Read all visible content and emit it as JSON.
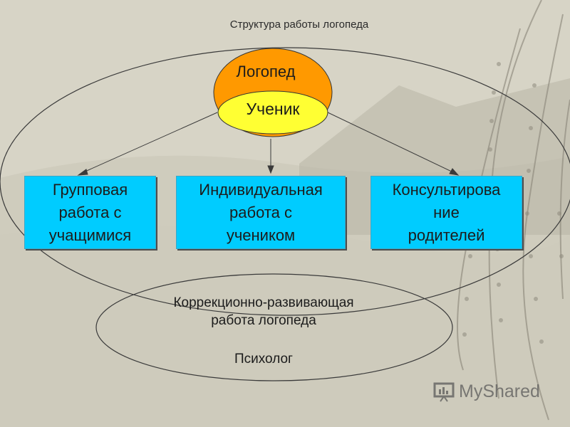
{
  "title": "Структура работы логопеда",
  "top_ellipse": {
    "outer_label": "Логопед",
    "inner_label": "Ученик",
    "outer_color": "#ff9900",
    "inner_color": "#ffff33"
  },
  "boxes": [
    {
      "lines": [
        "Групповая",
        "работа с",
        "учащимися"
      ]
    },
    {
      "lines": [
        "Индивидуальная",
        "работа с",
        "учеником"
      ]
    },
    {
      "lines": [
        "Консультирова",
        "ние",
        "родителей"
      ]
    }
  ],
  "box_color": "#00ccff",
  "core": {
    "lines": [
      "Коррекционно-развивающая",
      "работа логопеда"
    ]
  },
  "bottom_label": "Психолог",
  "watermark": "MyShared"
}
